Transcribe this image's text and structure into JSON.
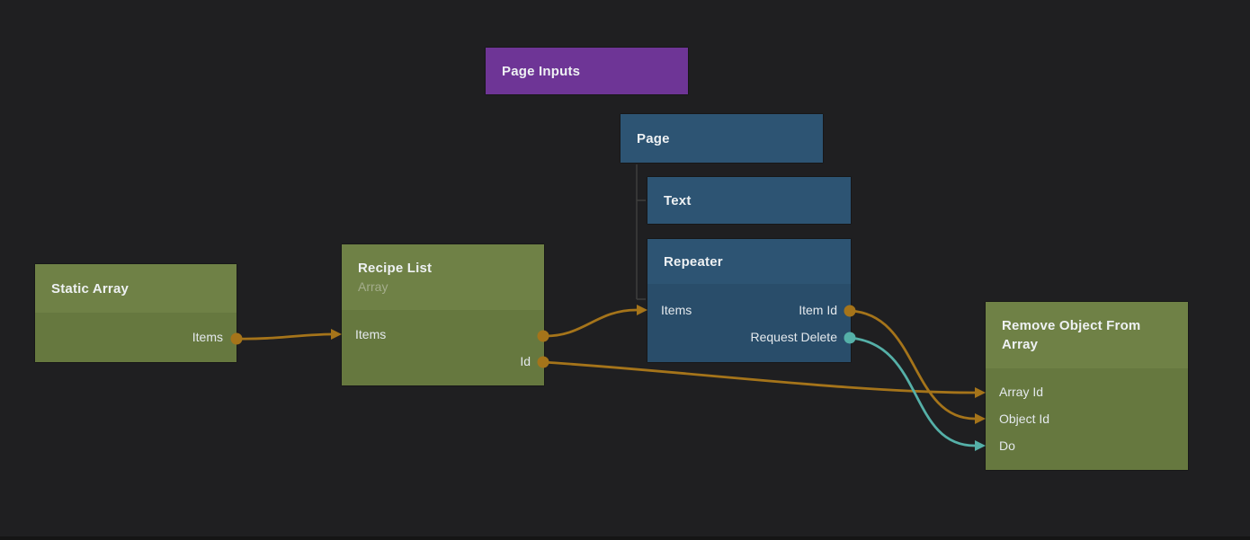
{
  "colors": {
    "background": "#1f1f21",
    "node_purple": "#6e3596",
    "node_blue_header": "#2d5473",
    "node_blue_body": "#294d6a",
    "node_green_header": "#6f8146",
    "node_green_body": "#66783f",
    "wire_orange": "#a5741a",
    "wire_teal": "#55b0a8",
    "tree_line": "#3e3e3e",
    "title_text": "#eef1f3",
    "subtitle_text": "#a4ad8c",
    "port_text": "#e4e9ed"
  },
  "nodes": {
    "page_inputs": {
      "title": "Page Inputs"
    },
    "page": {
      "title": "Page"
    },
    "text": {
      "title": "Text"
    },
    "repeater": {
      "title": "Repeater",
      "ports": {
        "items": "Items",
        "item_id": "Item Id",
        "request_delete": "Request Delete"
      }
    },
    "static_array": {
      "title": "Static Array",
      "ports": {
        "items": "Items"
      }
    },
    "recipe_list": {
      "title": "Recipe List",
      "subtitle": "Array",
      "ports": {
        "items": "Items",
        "id": "Id"
      }
    },
    "remove_object_from_array": {
      "title": "Remove Object From Array",
      "ports": {
        "array_id": "Array Id",
        "object_id": "Object Id",
        "do": "Do"
      }
    }
  },
  "hierarchy_links": [
    {
      "parent": "Page",
      "child": "Text"
    },
    {
      "parent": "Page",
      "child": "Repeater"
    }
  ],
  "connections": [
    {
      "from_node": "Static Array",
      "from_port": "Items",
      "to_node": "Recipe List",
      "to_port": "Items",
      "kind": "data"
    },
    {
      "from_node": "Recipe List",
      "from_port": "Items",
      "to_node": "Repeater",
      "to_port": "Items",
      "kind": "data"
    },
    {
      "from_node": "Recipe List",
      "from_port": "Id",
      "to_node": "Remove Object From Array",
      "to_port": "Array Id",
      "kind": "data"
    },
    {
      "from_node": "Repeater",
      "from_port": "Item Id",
      "to_node": "Remove Object From Array",
      "to_port": "Object Id",
      "kind": "data"
    },
    {
      "from_node": "Repeater",
      "from_port": "Request Delete",
      "to_node": "Remove Object From Array",
      "to_port": "Do",
      "kind": "signal"
    }
  ]
}
